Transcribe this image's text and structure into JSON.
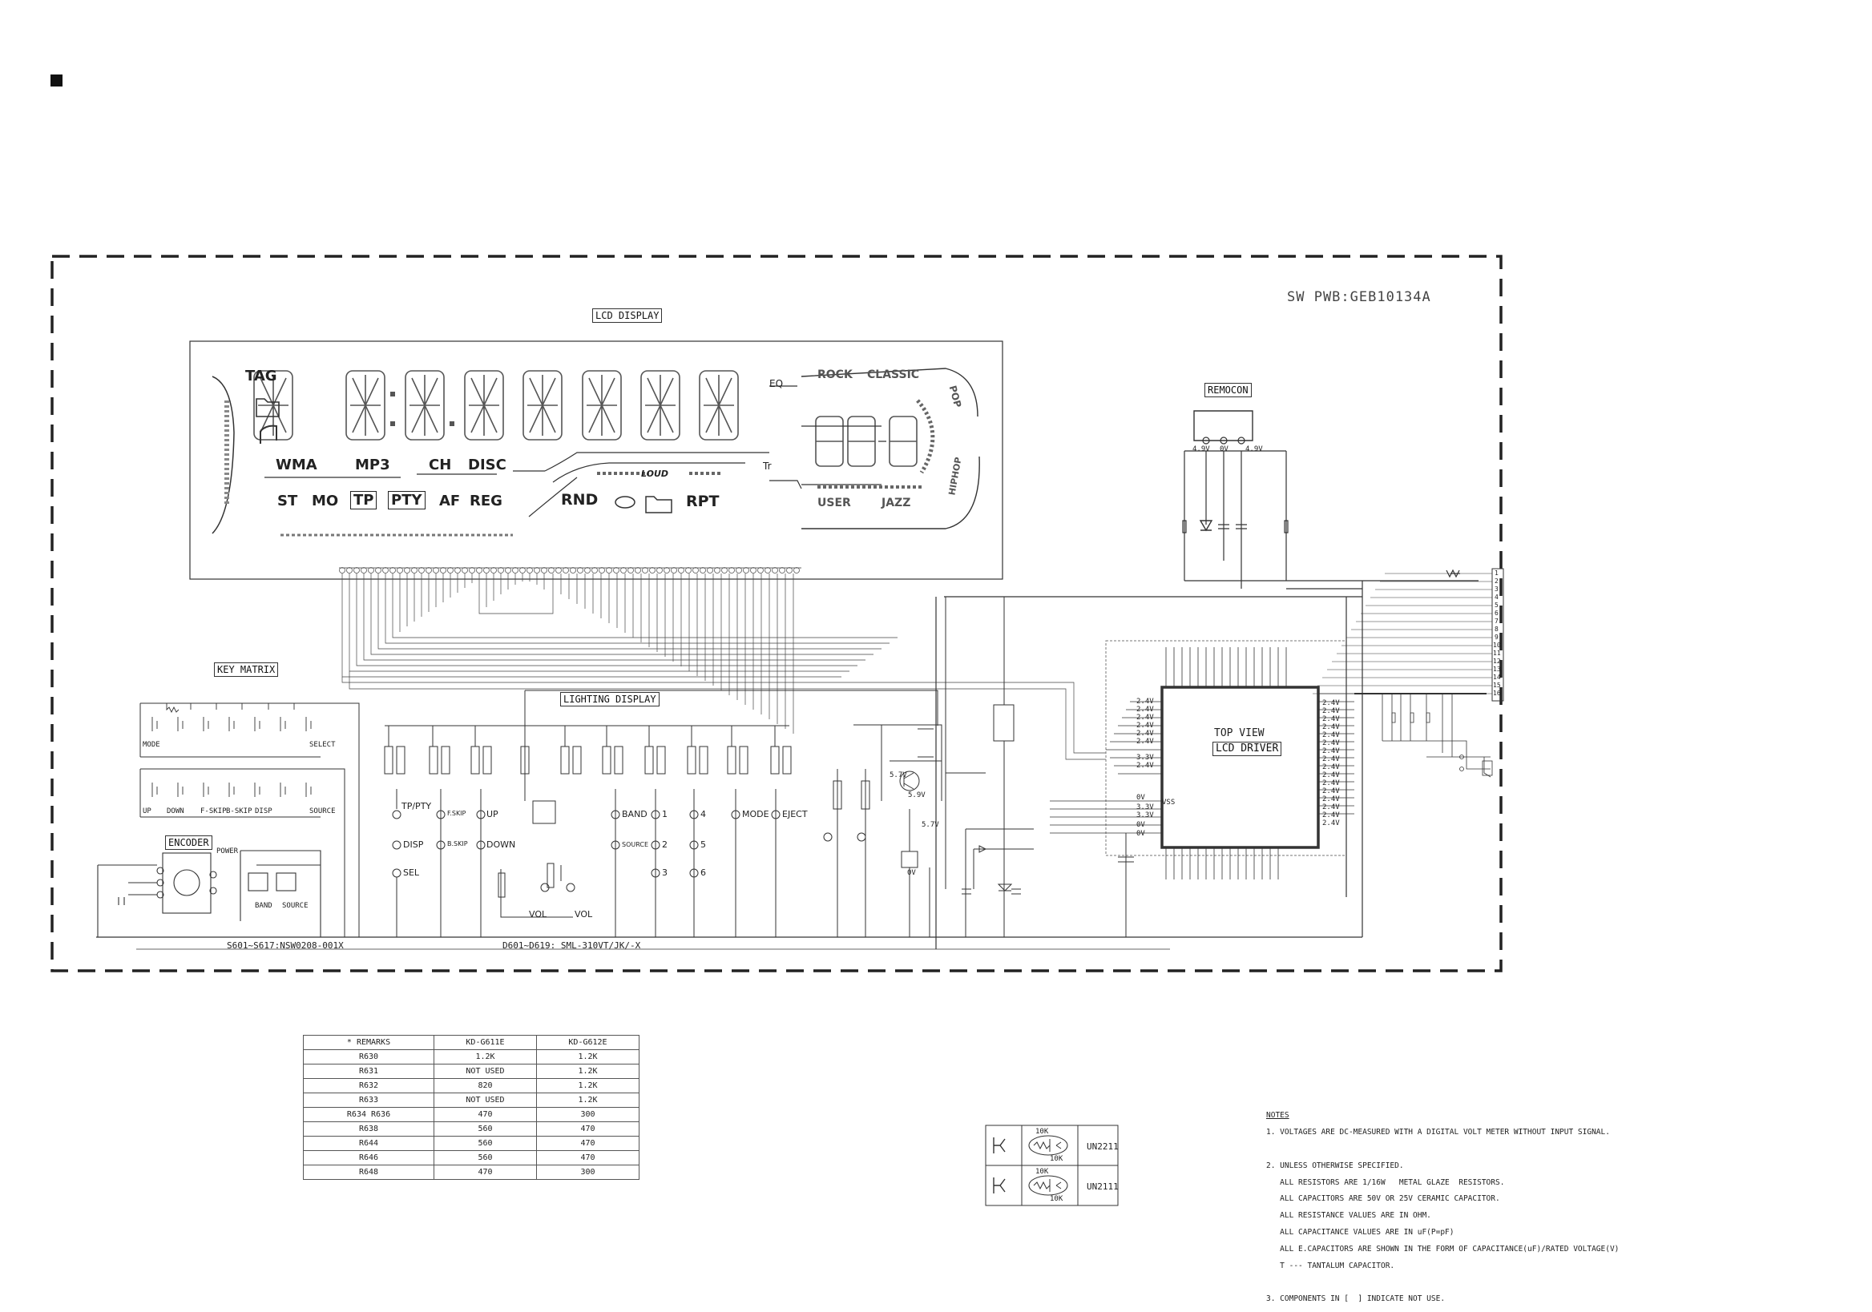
{
  "board_title": "SW PWB:GEB10134A",
  "sections": {
    "lcd_display": "LCD DISPLAY",
    "remocon": "REMOCON",
    "key_matrix": "KEY MATRIX",
    "lighting_display": "LIGHTING DISPLAY",
    "encoder": "ENCODER",
    "lcd_driver_top": "TOP VIEW",
    "lcd_driver": "LCD DRIVER"
  },
  "lcd_segments": {
    "tag": "TAG",
    "wma": "WMA",
    "mp3": "MP3",
    "ch": "CH",
    "disc": "DISC",
    "st": "ST",
    "mo": "MO",
    "tp": "TP",
    "pty": "PTY",
    "af": "AF",
    "reg": "REG",
    "rnd": "RND",
    "rpt": "RPT",
    "loud": "LOUD",
    "eq": "EQ",
    "rock": "ROCK",
    "classic": "CLASSIC",
    "pop": "POP",
    "user": "USER",
    "jazz": "JAZZ",
    "hiphop": "HIPHOP",
    "tr": "Tr"
  },
  "remocon_voltages": [
    "4.9V",
    "0V",
    "4.9V"
  ],
  "key_labels_row1": [
    "MODE",
    "",
    "",
    "",
    "",
    "",
    "SELECT"
  ],
  "key_labels_row2": [
    "UP",
    "DOWN",
    "F-SKIP",
    "B-SKIP",
    "DISP",
    "",
    "SOURCE"
  ],
  "encoder_labels": {
    "power": "POWER",
    "band": "BAND",
    "source": "SOURCE"
  },
  "leds": [
    "TP/PTY",
    "F.SKIP",
    "UP",
    "DISP",
    "B.SKIP",
    "DOWN",
    "SEL",
    "BAND",
    "1",
    "4",
    "MODE",
    "EJECT",
    "SOURCE",
    "2",
    "5",
    "3",
    "6"
  ],
  "vol_labels": [
    "VOL",
    "VOL"
  ],
  "part_labels": {
    "switches": "S601~S617:NSW0208-001X",
    "leds": "D601~D619: SML-310VT/JK/-X"
  },
  "transistor_voltages": [
    "5.7V",
    "5.9V",
    "5.7V",
    "0V"
  ],
  "driver_voltages_left": [
    "2.4V",
    "2.4V",
    "2.4V",
    "2.4V",
    "2.4V",
    "2.4V",
    "3.3V",
    "2.4V",
    "0V",
    "3.3V",
    "3.3V",
    "0V",
    "0V"
  ],
  "driver_voltages_right": [
    "2.4V",
    "2.4V",
    "2.4V",
    "2.4V",
    "2.4V",
    "2.4V",
    "2.4V",
    "2.4V",
    "2.4V",
    "2.4V",
    "2.4V",
    "2.4V",
    "2.4V",
    "2.4V",
    "2.4V",
    "2.4V"
  ],
  "vss_label": "VSS",
  "connector_pins": [
    "1",
    "2",
    "3",
    "4",
    "5",
    "6",
    "7",
    "8",
    "9",
    "10",
    "11",
    "12",
    "13",
    "14",
    "15",
    "16"
  ],
  "remarks_table": {
    "header": [
      "* REMARKS",
      "KD-G611E",
      "KD-G612E"
    ],
    "rows": [
      [
        "R630",
        "1.2K",
        "1.2K"
      ],
      [
        "R631",
        "NOT USED",
        "1.2K"
      ],
      [
        "R632",
        "820",
        "1.2K"
      ],
      [
        "R633",
        "NOT USED",
        "1.2K"
      ],
      [
        "R634  R636",
        "470",
        "300"
      ],
      [
        "R638",
        "560",
        "470"
      ],
      [
        "R644",
        "560",
        "470"
      ],
      [
        "R646",
        "560",
        "470"
      ],
      [
        "R648",
        "470",
        "300"
      ]
    ]
  },
  "transistor_table": [
    {
      "r1": "10K",
      "r2": "10K",
      "part": "UN2211"
    },
    {
      "r1": "10K",
      "r2": "10K",
      "part": "UN2111"
    }
  ],
  "notes": [
    "NOTES",
    "1. VOLTAGES ARE DC-MEASURED WITH A DIGITAL VOLT METER WITHOUT INPUT SIGNAL.",
    "",
    "2. UNLESS OTHERWISE SPECIFIED.",
    "   ALL RESISTORS ARE 1/16W   METAL GLAZE  RESISTORS.",
    "   ALL CAPACITORS ARE 50V OR 25V CERAMIC CAPACITOR.",
    "   ALL RESISTANCE VALUES ARE IN OHM.",
    "   ALL CAPACITANCE VALUES ARE IN uF(P=pF)",
    "   ALL E.CAPACITORS ARE SHOWN IN THE FORM OF CAPACITANCE(uF)/RATED VOLTAGE(V)",
    "   T --- TANTALUM CAPACITOR.",
    "",
    "3. COMPONENTS IN [  ] INDICATE NOT USE."
  ]
}
